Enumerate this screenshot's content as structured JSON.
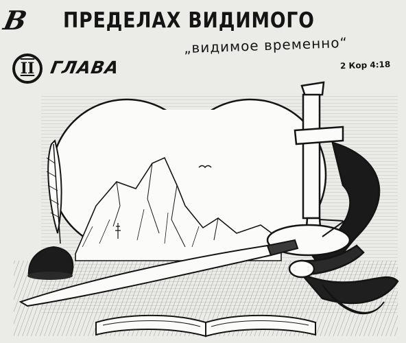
{
  "header": {
    "initial_letter": "В",
    "title": "ПРЕДЕЛАХ ВИДИМОГО"
  },
  "chapter": {
    "number": "II",
    "label": "ГЛАВА"
  },
  "epigraph": {
    "quote": "„видимое временно“",
    "reference": "2 Кор 4:18"
  },
  "illustration": {
    "icons": [
      "quill-and-inkwell-icon",
      "binocular-view-icon",
      "mountains-icon",
      "bird-icon",
      "microscope-icon",
      "knife-icon",
      "open-book-icon",
      "ribbon-icon"
    ],
    "colors": {
      "paper": "#ebebe8",
      "ink": "#141414",
      "white": "#fbfbf9"
    }
  }
}
